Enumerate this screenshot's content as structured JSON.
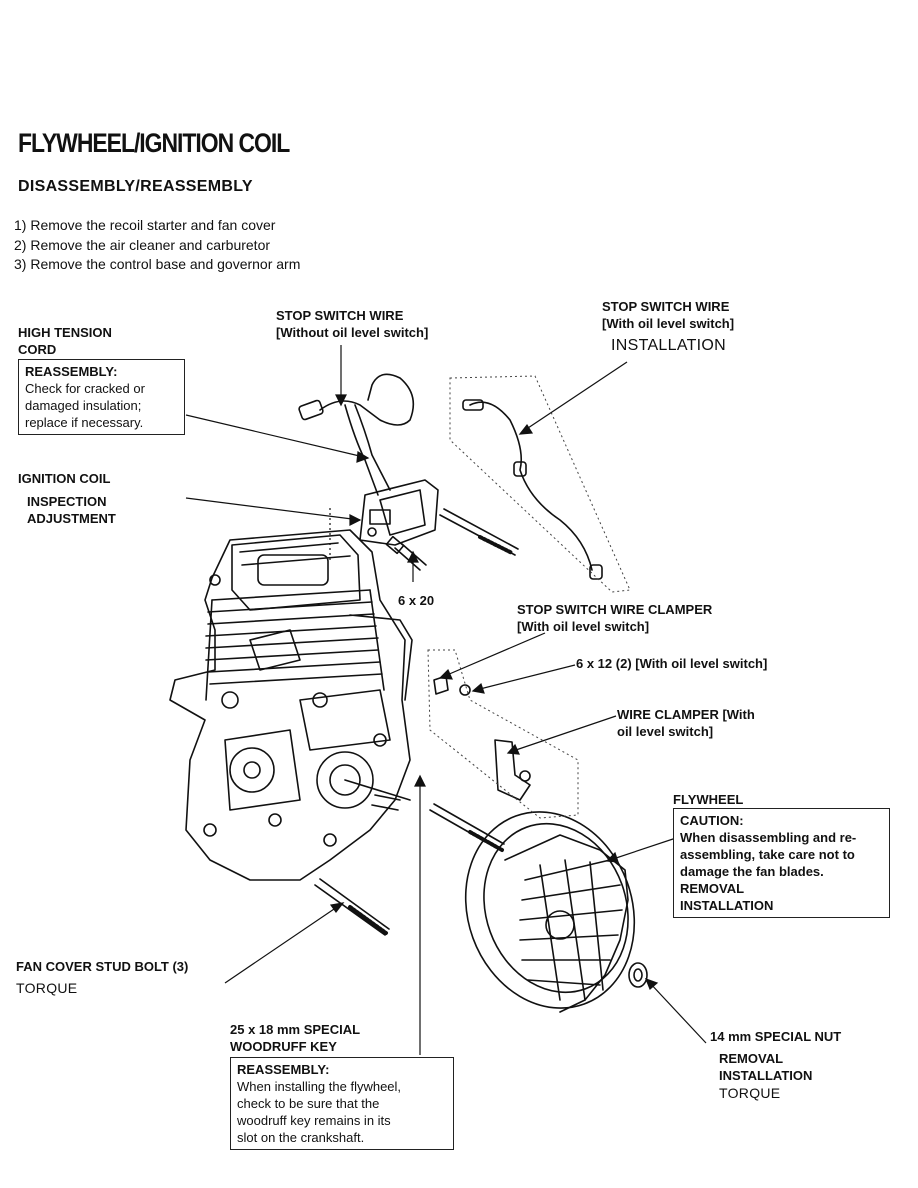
{
  "title": "FLYWHEEL/IGNITION COIL",
  "subtitle": "DISASSEMBLY/REASSEMBLY",
  "steps": [
    "1)  Remove the recoil starter and fan cover",
    "2)  Remove the air cleaner and carburetor",
    "3)  Remove the control base and governor arm"
  ],
  "labels": {
    "high_tension_1": "HIGH TENSION",
    "high_tension_2": "CORD",
    "ht_box_title": "REASSEMBLY:",
    "ht_box_l1": "Check for cracked or",
    "ht_box_l2": "damaged insulation;",
    "ht_box_l3": "replace if necessary.",
    "stop_wire_a_1": "STOP SWITCH WIRE",
    "stop_wire_a_2": "[Without oil level switch]",
    "stop_wire_b_1": "STOP SWITCH WIRE",
    "stop_wire_b_2": "[With oil level switch]",
    "stop_wire_b_3": "INSTALLATION",
    "ign_coil": "IGNITION COIL",
    "ign_sub_1": "INSPECTION",
    "ign_sub_2": "ADJUSTMENT",
    "bolt_6x20": "6 x 20",
    "clamper_1": "STOP SWITCH WIRE CLAMPER",
    "clamper_2": "[With oil level switch]",
    "bolt_6x12": "6 x 12 (2) [With oil level switch]",
    "wire_clamper_1": "WIRE CLAMPER [With",
    "wire_clamper_2": "oil level switch]",
    "flywheel": "FLYWHEEL",
    "fw_box_title": "CAUTION:",
    "fw_box_l1": "When disassembling and re-",
    "fw_box_l2": "assembling, take care not to",
    "fw_box_l3": "damage the fan blades.",
    "fw_box_l4": "REMOVAL",
    "fw_box_l5": "INSTALLATION",
    "fan_stud_1": "FAN COVER STUD BOLT (3)",
    "fan_stud_2": "TORQUE",
    "woodruff_1": "25 x 18 mm SPECIAL",
    "woodruff_2": "WOODRUFF KEY",
    "wk_box_title": "REASSEMBLY:",
    "wk_box_l1": "When installing the flywheel,",
    "wk_box_l2": "check to be sure that the",
    "wk_box_l3": "woodruff key remains in its",
    "wk_box_l4": "slot on the crankshaft.",
    "nut_1": "14 mm SPECIAL NUT",
    "nut_2": "REMOVAL",
    "nut_3": "INSTALLATION",
    "nut_4": "TORQUE"
  }
}
